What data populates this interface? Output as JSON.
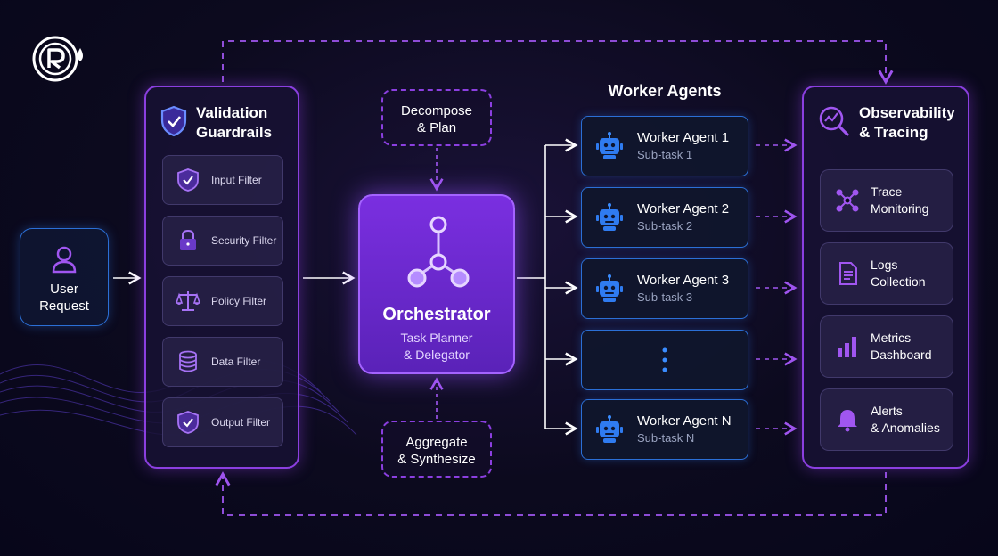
{
  "user_request": {
    "label_line1": "User",
    "label_line2": "Request"
  },
  "validation": {
    "title_line1": "Validation",
    "title_line2": "Guardrails",
    "filters": [
      "Input Filter",
      "Security Filter",
      "Policy Filter",
      "Data Filter",
      "Output Filter"
    ]
  },
  "decompose": {
    "line1": "Decompose",
    "line2": "& Plan"
  },
  "orchestrator": {
    "title": "Orchestrator",
    "line1": "Task Planner",
    "line2": "& Delegator"
  },
  "aggregate": {
    "line1": "Aggregate",
    "line2": "& Synthesize"
  },
  "workers": {
    "heading": "Worker Agents",
    "items": [
      {
        "name": "Worker Agent 1",
        "sub": "Sub-task 1"
      },
      {
        "name": "Worker Agent 2",
        "sub": "Sub-task 2"
      },
      {
        "name": "Worker Agent 3",
        "sub": "Sub-task 3"
      },
      {
        "name": "Worker Agent N",
        "sub": "Sub-task N"
      }
    ]
  },
  "observability": {
    "title_line1": "Observability",
    "title_line2": "& Tracing",
    "items": [
      {
        "line1": "Trace",
        "line2": "Monitoring",
        "icon": "network-nodes-icon"
      },
      {
        "line1": "Logs",
        "line2": "Collection",
        "icon": "document-icon"
      },
      {
        "line1": "Metrics",
        "line2": "Dashboard",
        "icon": "bar-chart-icon"
      },
      {
        "line1": "Alerts",
        "line2": "& Anomalies",
        "icon": "bell-icon"
      }
    ]
  },
  "colors": {
    "accent": "#8b3fe0",
    "worker_border": "#2b6fd6",
    "bg": "#0c0a1e"
  }
}
